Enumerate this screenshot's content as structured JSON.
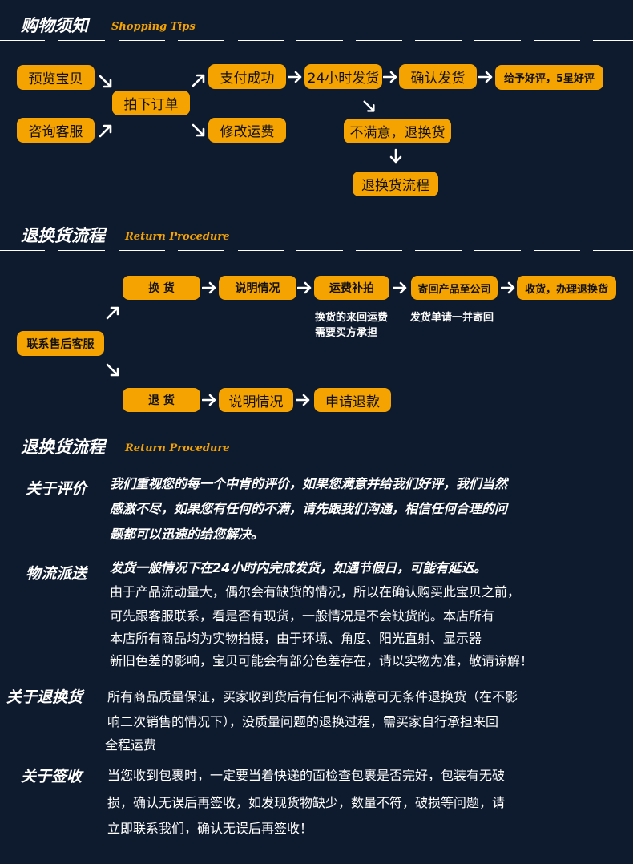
{
  "section1": {
    "title": "购物须知",
    "subtitle": "Shopping  Tips"
  },
  "section2": {
    "title": "退换货流程",
    "subtitle": "Return  Procedure"
  },
  "section3": {
    "title": "退换货流程",
    "subtitle": "Return  Procedure"
  },
  "flow1": {
    "preview": "预览宝贝",
    "consult": "咨询客服",
    "place_order": "拍下订单",
    "paid": "支付成功",
    "ship24": "24小时发货",
    "confirm": "确认发货",
    "review": "给予好评，5星好评",
    "modify_fee": "修改运费",
    "unsatisfied": "不满意，退换货",
    "return_flow": "退换货流程"
  },
  "flow2": {
    "contact": "联系售后客服",
    "exchange": "换  货",
    "explain1": "说明情况",
    "fee_addon": "运费补拍",
    "send_back": "寄回产品至公司",
    "receive": "收货，办理退换货",
    "note_line1": "换货的来回运费",
    "note_line2": "需要买方承担",
    "note_right": "发货单请一并寄回",
    "refund": "退  货",
    "explain2": "说明情况",
    "apply_refund": "申请退款"
  },
  "info": {
    "review_label": "关于评价",
    "review_lines": [
      "我们重视您的每一个中肯的评价，如果您满意并给我们好评，我们当然",
      "感激不尽，如果您有任何的不满，请先跟我们沟通，相信任何合理的问",
      "题都可以迅速的给您解决。"
    ],
    "logistics_label": "物流派送",
    "logistics_line1": "发货一般情况下在24小时内完成发货，如遇节假日，可能有延迟。",
    "logistics_lines": [
      "由于产品流动量大，偶尔会有缺货的情况，所以在确认购买此宝贝之前，",
      "可先跟客服联系，看是否有现货，一般情况是不会缺货的。本店所有",
      "本店所有商品均为实物拍摄，由于环境、角度、阳光直射、显示器",
      "新旧色差的影响，宝贝可能会有部分色差存在，请以实物为准，敬请谅解！"
    ],
    "return_label": "关于退换货",
    "return_lines": [
      "所有商品质量保证，买家收到货后有任何不满意可无条件退换货（在不影",
      "响二次销售的情况下），没质量问题的退换过程，需买家自行承担来回",
      "全程运费"
    ],
    "sign_label": "关于签收",
    "sign_lines": [
      "当您收到包裹时，一定要当着快递的面检查包裹是否完好，包装有无破",
      "损，确认无误后再签收，如发现货物缺少，数量不符，破损等问题，请",
      "立即联系我们，确认无误后再签收！"
    ]
  },
  "colors": {
    "background": "#0e1b2e",
    "accent": "#f5a300",
    "text": "#ffffff"
  },
  "icons": [
    "arrow-right-icon",
    "arrow-up-right-icon",
    "arrow-down-right-icon",
    "arrow-down-icon"
  ]
}
